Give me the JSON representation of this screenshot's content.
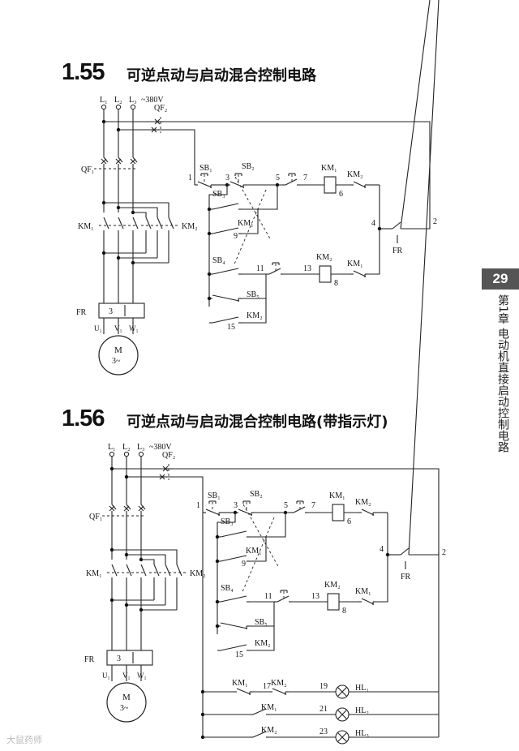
{
  "sections": [
    {
      "number": "1.55",
      "title": "可逆点动与启动混合控制电路",
      "labels": {
        "l1": "L₁",
        "l2": "L₂",
        "l3": "L₃",
        "voltage": "~380V",
        "qf2": "QF₂",
        "qf1": "QF₁",
        "km1_main": "KM₁",
        "km2_main": "KM₂",
        "fr": "FR",
        "fr_box": "3",
        "u1": "U₁",
        "v1": "V₁",
        "w1": "W₁",
        "motor": "M",
        "motor_sub": "3~",
        "sb1": "SB₁",
        "sb2": "SB₂",
        "sb3": "SB₃",
        "sb4": "SB₄",
        "sb5": "SB₅",
        "km1_coil": "KM₁",
        "km2_coil": "KM₂",
        "km2_ilk": "KM₂",
        "km1_ilk": "KM₁",
        "km1_aux": "KM₁",
        "km2_aux": "KM₂",
        "fr_ctrl": "FR",
        "n1": "1",
        "n2": "2",
        "n3": "3",
        "n4": "4",
        "n5": "5",
        "n6": "6",
        "n7": "7",
        "n8": "8",
        "n9": "9",
        "n11": "11",
        "n13": "13",
        "n15": "15"
      }
    },
    {
      "number": "1.56",
      "title": "可逆点动与启动混合控制电路(带指示灯)",
      "labels": {
        "l1": "L₁",
        "l2": "L₂",
        "l3": "L₃",
        "voltage": "~380V",
        "qf2": "QF₂",
        "qf1": "QF₁",
        "km1_main": "KM₁",
        "km2_main": "KM₂",
        "fr": "FR",
        "fr_box": "3",
        "u1": "U₁",
        "v1": "V₁",
        "w1": "W₁",
        "motor": "M",
        "motor_sub": "3~",
        "sb1": "SB₁",
        "sb2": "SB₂",
        "sb3": "SB₃",
        "sb4": "SB₄",
        "sb5": "SB₅",
        "km1_coil": "KM₁",
        "km2_coil": "KM₂",
        "km2_ilk": "KM₂",
        "km1_ilk": "KM₁",
        "km1_aux": "KM₁",
        "km2_aux": "KM₂",
        "fr_ctrl": "FR",
        "n1": "1",
        "n2": "2",
        "n3": "3",
        "n4": "4",
        "n5": "5",
        "n6": "6",
        "n7": "7",
        "n8": "8",
        "n9": "9",
        "n11": "11",
        "n13": "13",
        "n15": "15",
        "ind_km1": "KM₁",
        "ind_km2": "KM₂",
        "ind_km1b": "KM₁",
        "ind_km2b": "KM₂",
        "n17": "17",
        "n19": "19",
        "n21": "21",
        "n23": "23",
        "hl1": "HL₁",
        "hl2": "HL₂",
        "hl3": "HL₃"
      }
    }
  ],
  "page_number": "29",
  "side_text": "第1章 电动机直接启动控制电路",
  "watermark": "大鼠药师"
}
